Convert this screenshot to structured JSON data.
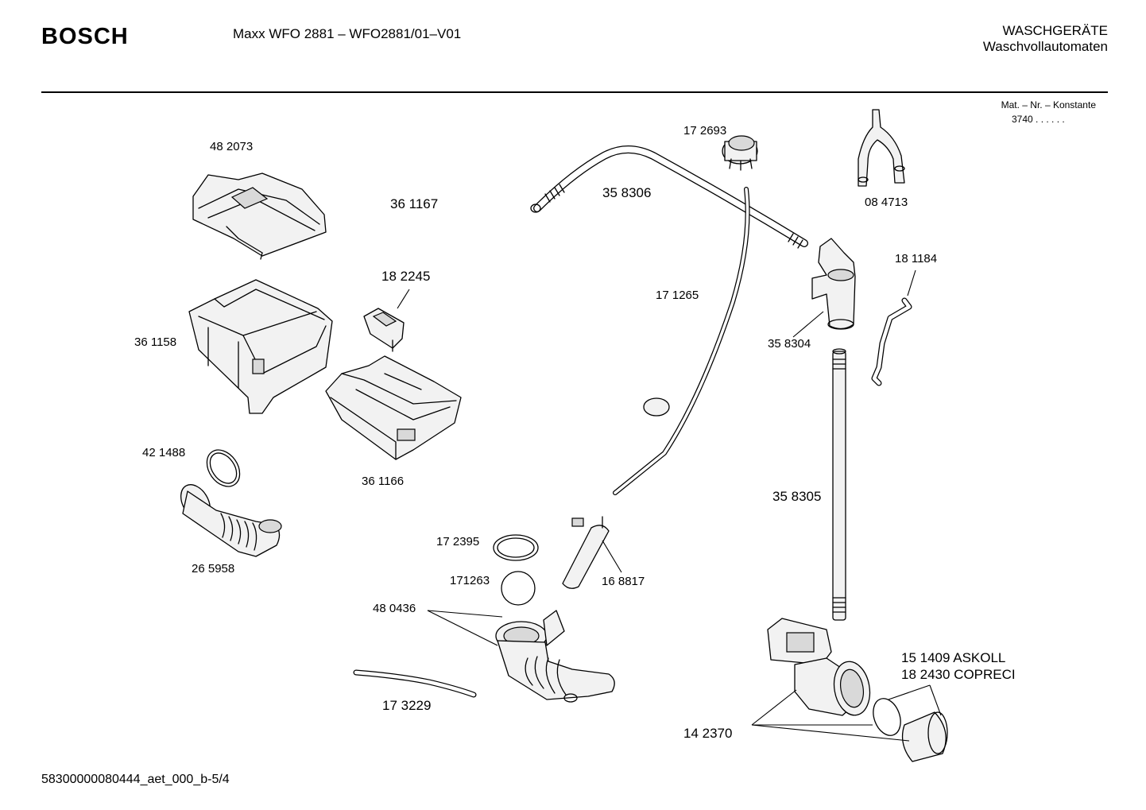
{
  "header": {
    "brand": "BOSCH",
    "model": "Maxx WFO 2881 – WFO2881/01–V01",
    "category_line1": "WASCHGERÄTE",
    "category_line2": "Waschvollautomaten",
    "mat_label": "Mat. – Nr. – Konstante",
    "mat_value": "3740  .  .  .  .  .  ."
  },
  "parts": {
    "p482073": "48 2073",
    "p361167": "36 1167",
    "p182245": "18 2245",
    "p361158": "36 1158",
    "p361166": "36 1166",
    "p421488": "42 1488",
    "p265958": "26 5958",
    "p172693": "17 2693",
    "p358306": "35 8306",
    "p084713": "08 4713",
    "p171265": "17 1265",
    "p181184": "18 1184",
    "p358304": "35 8304",
    "p358305": "35 8305",
    "p172395": "17 2395",
    "p171263": "171263",
    "p480436": "48 0436",
    "p168817": "16 8817",
    "p173229": "17 3229",
    "p151409": "15 1409  ASKOLL",
    "p182430": "18 2430  COPRECI",
    "p142370": "14 2370"
  },
  "footer": {
    "doc_id": "58300000080444_aet_000_b-5/4"
  }
}
